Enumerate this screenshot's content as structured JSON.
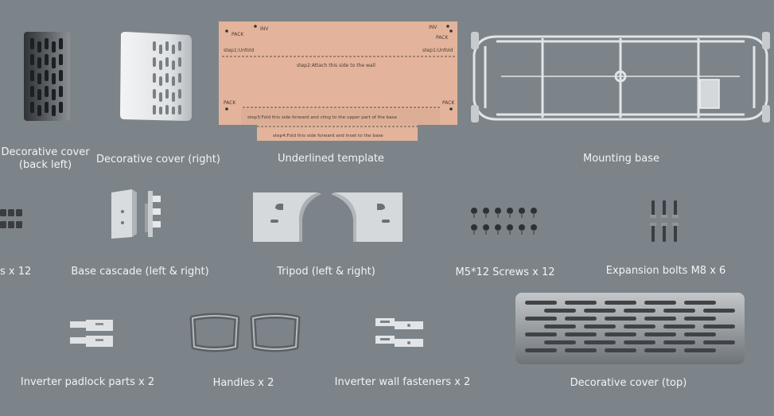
{
  "labels": {
    "decorative_cover_back_left": "Decorative cover\n(back left)",
    "decorative_cover_right": "Decorative cover (right)",
    "underlined_template": "Underlined template",
    "mounting_base": "Mounting base",
    "screws_partial": "s x 12",
    "base_cascade": "Base cascade (left & right)",
    "tripod": "Tripod (left & right)",
    "m5_screws": "M5*12 Screws x 12",
    "expansion_bolts": "Expansion bolts M8 x 6",
    "inverter_padlock": "Inverter padlock parts x 2",
    "handles": "Handles x 2",
    "inverter_wall_fasteners": "Inverter wall fasteners x 2",
    "decorative_cover_top": "Decorative cover (top)"
  },
  "template_text": {
    "pack_left": "PACK",
    "inv_left": "INV",
    "inv_right": "INV",
    "pack_right": "PACK",
    "step1_left": "step1:Unfold",
    "step1_right": "step1:Unfold",
    "step2": "step2:Attach this side to the wall",
    "pack_mid_left": "PACK",
    "pack_mid_right": "PACK",
    "step3": "step3:Fold this side forward and cling to the upper part of the base",
    "step4": "step4:Fold this side forward and inset to the base"
  },
  "colors": {
    "background": "#7d8489",
    "label_text": "#f2f3f4",
    "template_fill": "#e3b49b",
    "metal_light": "#dcdfe1",
    "metal_dark": "#4c5054"
  }
}
